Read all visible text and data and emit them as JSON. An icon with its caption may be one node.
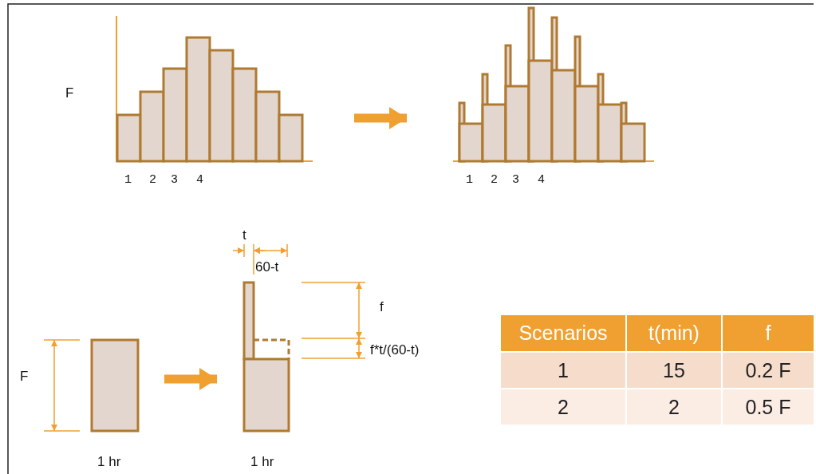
{
  "diagram": {
    "nodes": [
      {
        "text": [],
        "shape": "picture"
      },
      {
        "text": [],
        "shape": "picture"
      },
      {
        "text": [],
        "shape": "bar"
      },
      {
        "text": [],
        "shape": "bar"
      }
    ],
    "edges": [
      {
        "from": 0,
        "to": 1,
        "arrow": "to"
      },
      {
        "from": 2,
        "to": 3,
        "arrow": "to"
      }
    ],
    "labels": [
      "F",
      "1",
      "2",
      "3",
      "4",
      "1",
      "2",
      "3",
      "4",
      "t",
      "60-t",
      "f",
      "f*t/(60-t)",
      "F",
      "1 hr",
      "1 hr",
      "Scenarios",
      "t(min)",
      "f",
      "1",
      "15",
      "0.2 F",
      "2",
      "2",
      "0.5 F"
    ]
  }
}
